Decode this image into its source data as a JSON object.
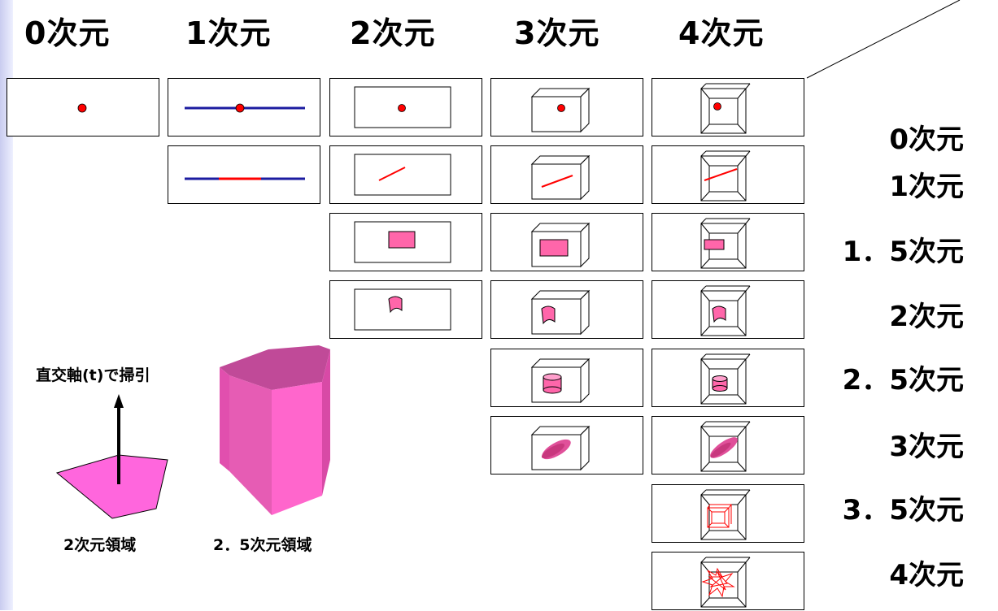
{
  "column_headers": [
    "0次元",
    "1次元",
    "2次元",
    "3次元",
    "4次元"
  ],
  "row_labels": [
    "0次元",
    "1次元",
    "1．5次元",
    "2次元",
    "2．5次元",
    "3次元",
    "3．5次元",
    "4次元"
  ],
  "captions": {
    "sweep_label": "直交軸(t)で掃引",
    "region_2d": "2次元領域",
    "region_25d": "2．5次元領域"
  },
  "colors": {
    "red": "#ff0000",
    "navy": "#1c1ca0",
    "pink": "#ff66aa",
    "magenta": "#e03aa8"
  }
}
